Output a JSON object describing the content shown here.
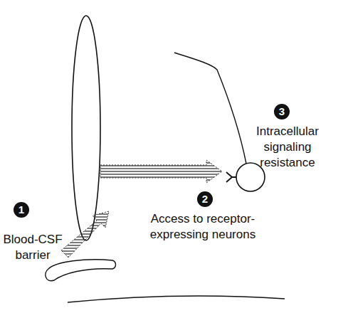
{
  "diagram": {
    "labels": [
      "1",
      "Blood-CSF barrier",
      "2",
      "Access to receptor-expressing neurons",
      "3",
      "Intracellular signaling resistance"
    ]
  }
}
